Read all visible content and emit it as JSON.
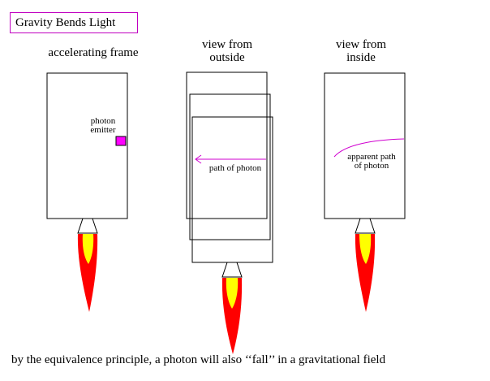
{
  "title": "Gravity Bends Light",
  "headings": {
    "accelerating_frame": "accelerating frame",
    "view_outside_line1": "view from",
    "view_outside_line2": "outside",
    "view_inside_line1": "view from",
    "view_inside_line2": "inside"
  },
  "labels": {
    "emitter_line1": "photon",
    "emitter_line2": "emitter",
    "path_of_photon": "path of photon",
    "apparent_line1": "apparent path",
    "apparent_line2": "of photon"
  },
  "caption": "by the equivalence principle, a photon will also ‘‘fall’’ in a gravitational field",
  "colors": {
    "title_border": "#c000c0",
    "emitter": "#ff00ff",
    "photon_path": "#d000d0",
    "flame_outer": "#ff0000",
    "flame_inner": "#ffff00"
  }
}
